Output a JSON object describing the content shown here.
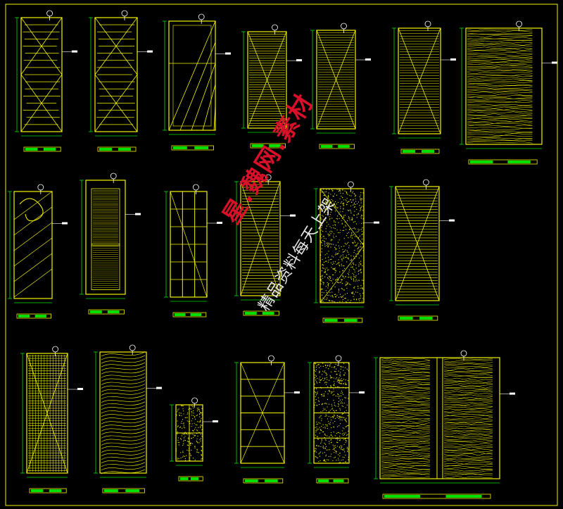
{
  "drawing": {
    "background": "#000000",
    "line_color": "#f4f400",
    "dim_color": "#00e000",
    "white": "#ffffff",
    "grid_cols": 3
  },
  "watermark": {
    "red_text": "星.魏网.素材",
    "white_text": "精品资料每天上架",
    "color": "#d8102a"
  },
  "panels": [
    {
      "id": "d1",
      "pattern": "stripes-x"
    },
    {
      "id": "d2",
      "pattern": "stripes-x"
    },
    {
      "id": "d3",
      "pattern": "diagonal-glass"
    },
    {
      "id": "d4",
      "pattern": "dense-x"
    },
    {
      "id": "d5",
      "pattern": "dense-x"
    },
    {
      "id": "d6",
      "pattern": "dense-x"
    },
    {
      "id": "d7",
      "pattern": "texture"
    },
    {
      "id": "d8",
      "pattern": "carved-diagonal"
    },
    {
      "id": "d9",
      "pattern": "raised-panel"
    },
    {
      "id": "d10",
      "pattern": "ladder"
    },
    {
      "id": "d11",
      "pattern": "dense-x"
    },
    {
      "id": "d12",
      "pattern": "speckle-x"
    },
    {
      "id": "d13",
      "pattern": "dense-x"
    },
    {
      "id": "d14",
      "pattern": "grid-x"
    },
    {
      "id": "d15",
      "pattern": "wavy"
    },
    {
      "id": "d16",
      "pattern": "speckle-cross"
    },
    {
      "id": "d17",
      "pattern": "rails-x"
    },
    {
      "id": "d18",
      "pattern": "speckle-rails"
    },
    {
      "id": "d19",
      "pattern": "double-texture"
    }
  ]
}
